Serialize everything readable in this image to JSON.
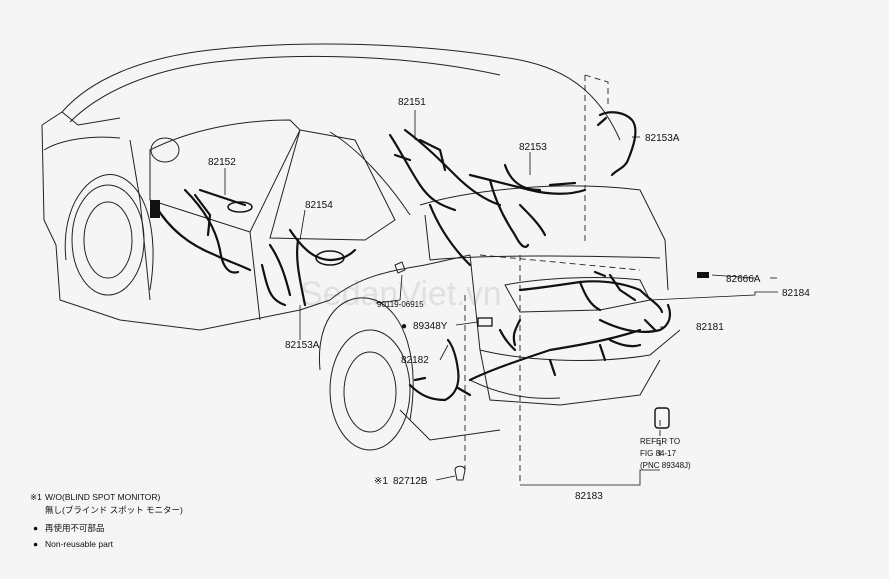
{
  "watermark": "SedanViet.vn",
  "parts": {
    "p82151": "82151",
    "p82152": "82152",
    "p82153": "82153",
    "p82153A_top": "82153A",
    "p82154": "82154",
    "p82153A_left": "82153A",
    "p90119": "90119-06915",
    "p89348Y": "89348Y",
    "p82182": "82182",
    "p82666A": "82666A",
    "p82184": "82184",
    "p82181": "82181",
    "p82183": "82183",
    "p82712B": "82712B"
  },
  "markers": {
    "bullet": "●",
    "ref_mark": "※1"
  },
  "refer": {
    "line1": "REFER TO",
    "line2": "FIG 84-17",
    "line3": "(PNC 89348J)"
  },
  "legend": {
    "note1_mark": "※1",
    "note1_line1": "W/O(BLIND SPOT MONITOR)",
    "note1_line2": "無し(ブラインド スポット モニター)",
    "bullet": "●",
    "note2": "再使用不可部品",
    "note3": "Non-reusable part"
  }
}
